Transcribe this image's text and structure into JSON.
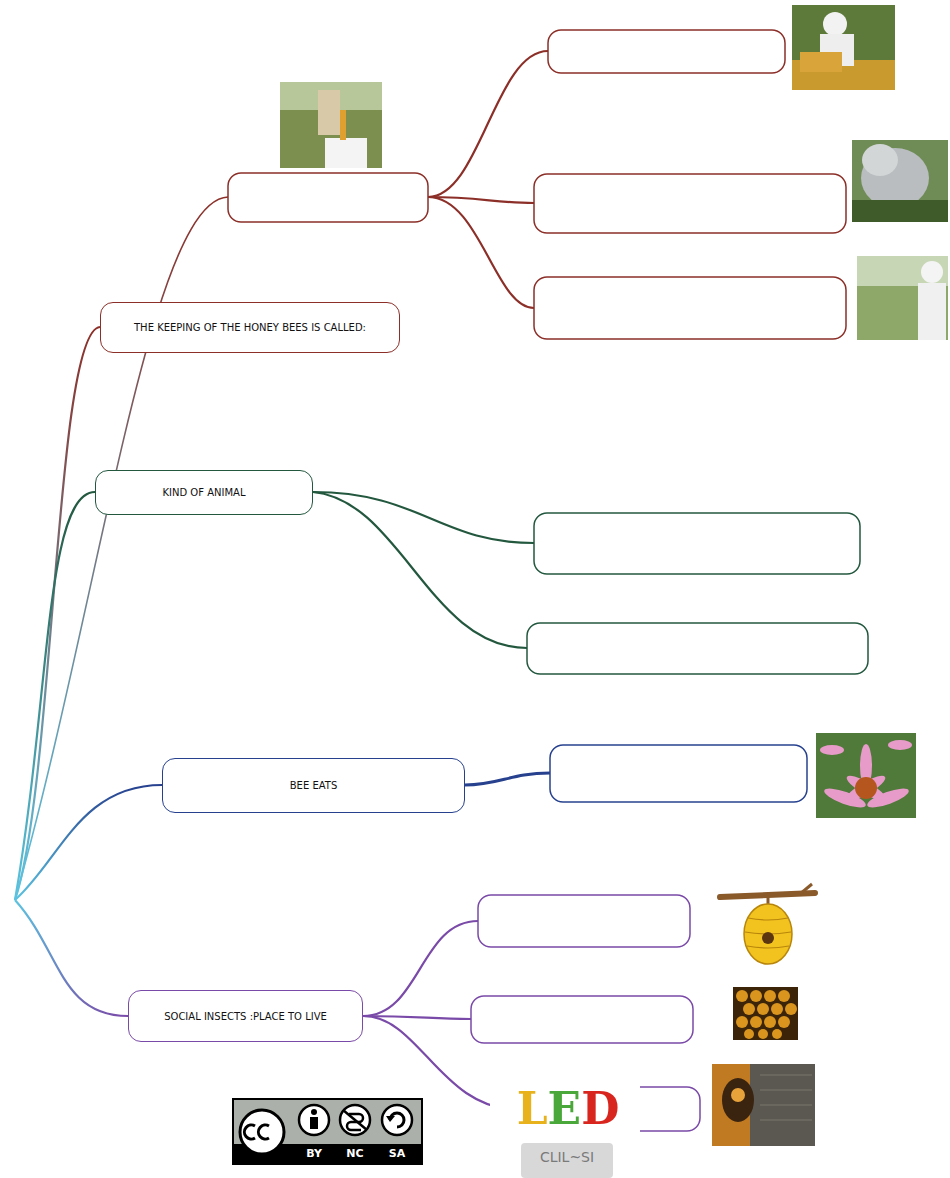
{
  "diagram": {
    "nodes": [
      {
        "text": [
          "THE KEEPING OF THE HONEY BEES IS CALLED:"
        ]
      },
      {
        "text": [
          "KIND OF ANIMAL"
        ]
      },
      {
        "text": [
          "BEE EATS"
        ]
      },
      {
        "text": [
          "SOCIAL INSECTS :PLACE TO LIVE"
        ]
      }
    ],
    "labels": [
      "BY",
      "NC",
      "SA",
      "LED",
      "CLIL~SI"
    ]
  }
}
